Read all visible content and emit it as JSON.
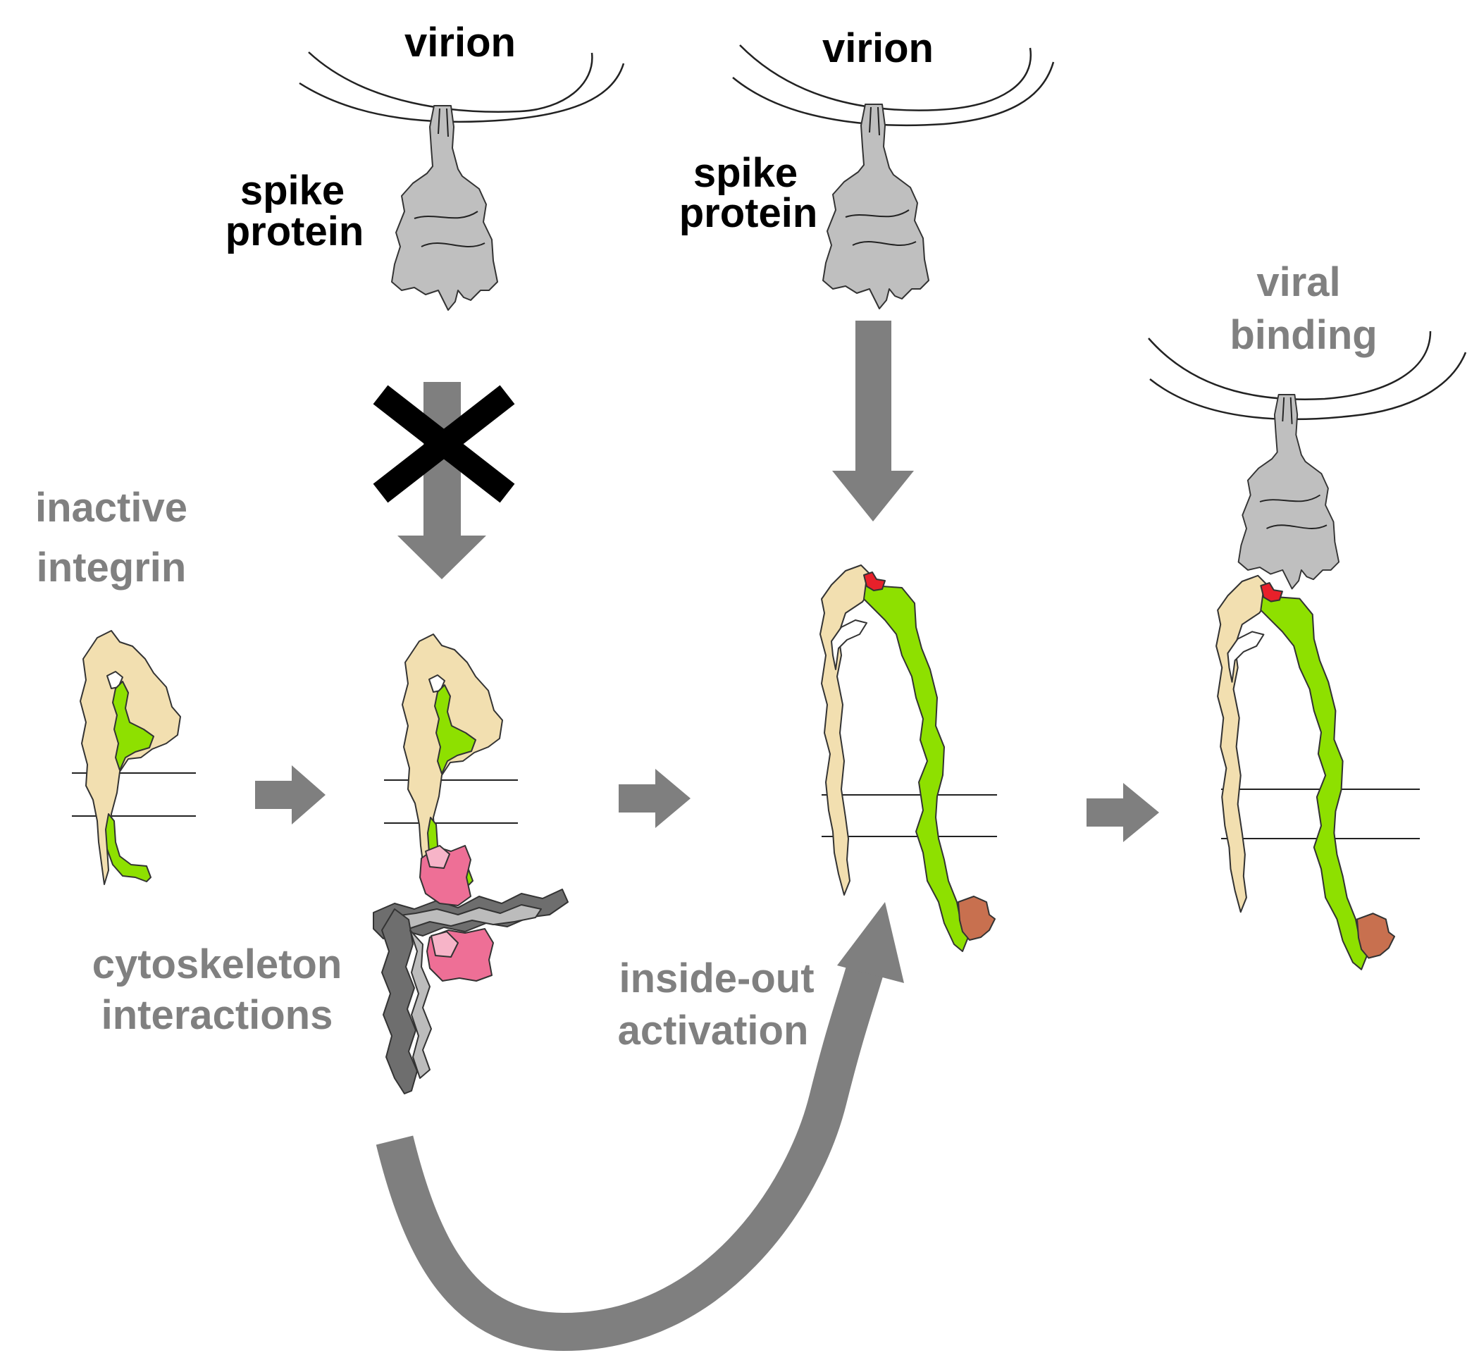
{
  "labels": {
    "virion_1": "virion",
    "virion_2": "virion",
    "spike_1_line1": "spike",
    "spike_1_line2": "protein",
    "spike_2_line1": "spike",
    "spike_2_line2": "protein",
    "viral_binding_line1": "viral",
    "viral_binding_line2": "binding",
    "inactive_integrin_line1": "inactive",
    "inactive_integrin_line2": "integrin",
    "cytoskeleton_line1": "cytoskeleton",
    "cytoskeleton_line2": "interactions",
    "inside_out_line1": "inside-out",
    "inside_out_line2": "activation"
  },
  "colors": {
    "label_dark": "#000000",
    "label_grey": "#808080",
    "arrow": "#7f7f7f",
    "spike": "#bfbfbf",
    "integrin_alpha": "#f2dfb0",
    "integrin_beta": "#8ee000",
    "talin_pink": "#ee6f96",
    "actin_grey": "#9a9a9a",
    "binding_site_red": "#e8202a",
    "kindlin_brown": "#c8704f",
    "block_cross": "#000000"
  }
}
